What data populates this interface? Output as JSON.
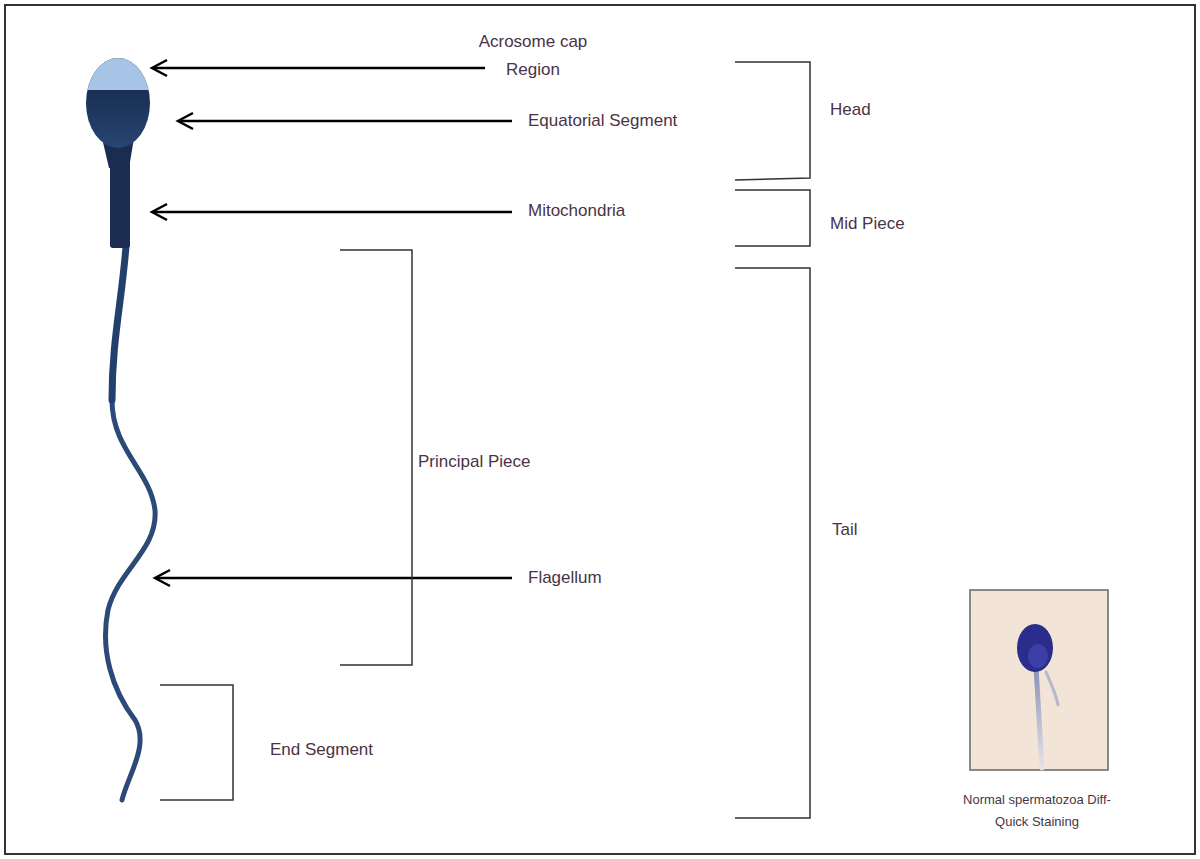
{
  "diagram": {
    "labels": [
      "Acrosome cap Region",
      "Equatorial Segment",
      "Head",
      "Mitochondria",
      "Mid Piece",
      "Principal Piece",
      "Flagellum",
      "Tail",
      "End Segment",
      "Normal spermatozoa Diff-Quick Staining"
    ]
  }
}
